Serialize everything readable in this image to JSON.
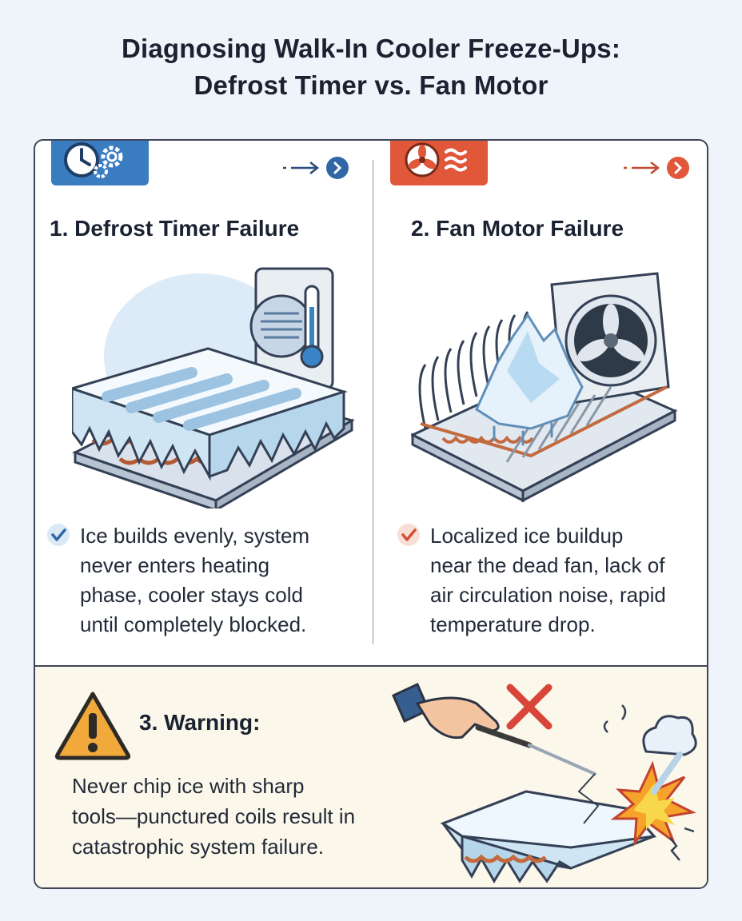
{
  "header": {
    "title_line1": "Diagnosing Walk-In Cooler Freeze-Ups:",
    "title_line2": "Defrost Timer vs. Fan Motor"
  },
  "colors": {
    "blue_accent": "#3a7cc0",
    "orange_accent": "#e0573a",
    "warning_bg": "#fbf7ea",
    "warning_yellow": "#f2a93b",
    "ice": "#d7ecf8",
    "copper": "#c36a3f"
  },
  "sections": [
    {
      "title": "1. Defrost Timer Failure",
      "icon": "clock-gears-icon",
      "illustration": "iced-evaporator-coil-illustration",
      "bullet": [
        "Ice builds evenly, system",
        "never enters heating",
        "phase, cooler stays cold",
        "until completely blocked."
      ]
    },
    {
      "title": "2. Fan Motor Failure",
      "icon": "fan-airflow-icon",
      "illustration": "localized-ice-fan-unit-illustration",
      "bullet": [
        "Localized ice buildup",
        "near the dead fan, lack of",
        "air circulation noise, rapid",
        "temperature drop."
      ]
    }
  ],
  "warning": {
    "title": "3. Warning:",
    "icon": "warning-triangle-icon",
    "illustration": "chipping-ice-puncture-illustration",
    "text": [
      "Never chip ice with sharp",
      "tools—punctured coils result in",
      "catastrophic system failure."
    ]
  }
}
